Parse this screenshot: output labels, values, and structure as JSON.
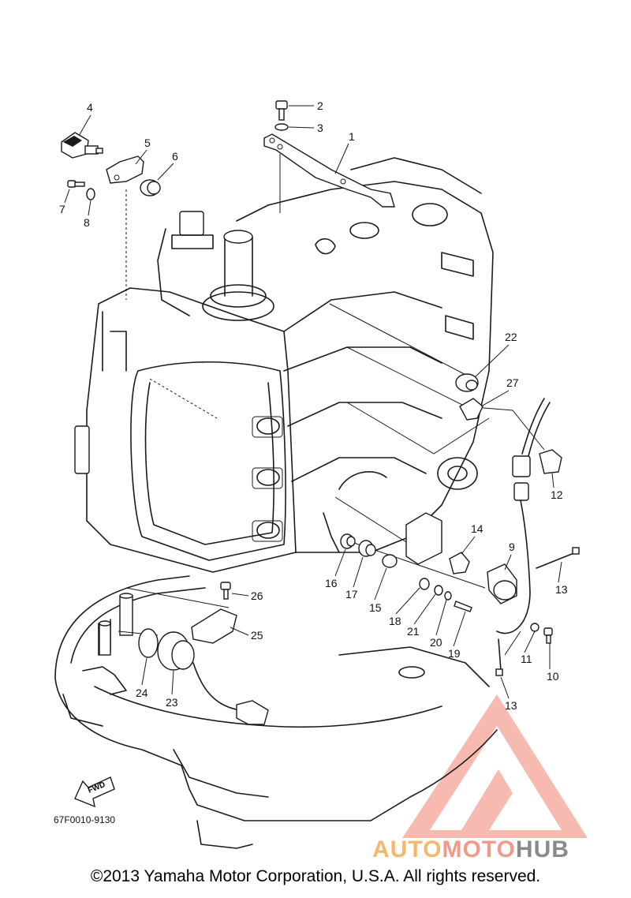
{
  "diagram": {
    "parts": [
      {
        "label": "1"
      },
      {
        "label": "2"
      },
      {
        "label": "3"
      },
      {
        "label": "4"
      },
      {
        "label": "5"
      },
      {
        "label": "6"
      },
      {
        "label": "7"
      },
      {
        "label": "8"
      },
      {
        "label": "9"
      },
      {
        "label": "10"
      },
      {
        "label": "11"
      },
      {
        "label": "12"
      },
      {
        "label": "13"
      },
      {
        "label": "13"
      },
      {
        "label": "14"
      },
      {
        "label": "15"
      },
      {
        "label": "16"
      },
      {
        "label": "17"
      },
      {
        "label": "18"
      },
      {
        "label": "19"
      },
      {
        "label": "20"
      },
      {
        "label": "21"
      },
      {
        "label": "22"
      },
      {
        "label": "23"
      },
      {
        "label": "24"
      },
      {
        "label": "25"
      },
      {
        "label": "26"
      },
      {
        "label": "27"
      }
    ],
    "fwd_label": "FWD",
    "drawing_code": "67F0010-9130"
  },
  "watermark": {
    "part1": "AUTO",
    "part2": "MOTO",
    "part3": "HUB",
    "color_primary": "#f26b5b",
    "color_secondary": "#f5b86a",
    "color_tertiary": "#8a8a8a"
  },
  "footer": {
    "copyright": "©2013 Yamaha Motor Corporation, U.S.A. All rights reserved."
  }
}
